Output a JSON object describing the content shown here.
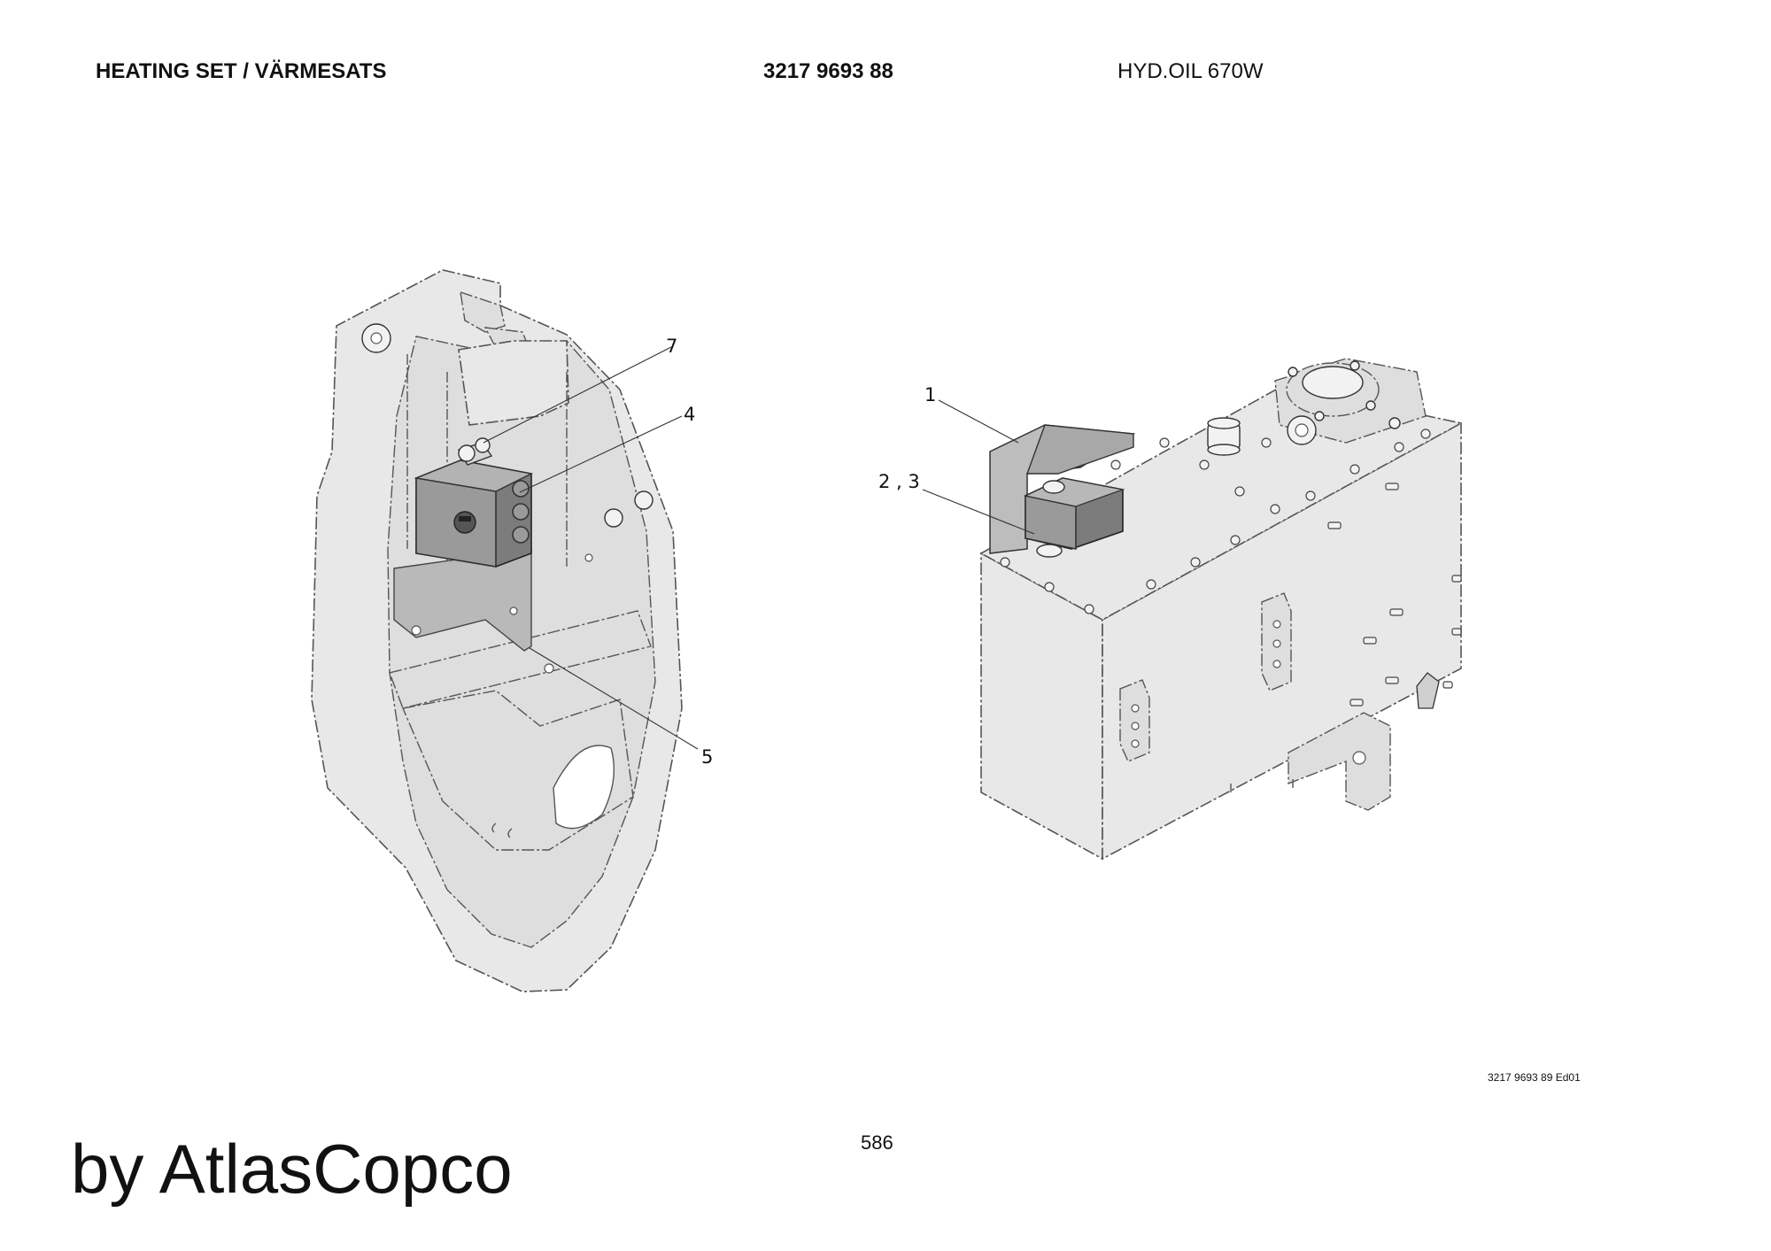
{
  "header": {
    "title": "HEATING SET / VÄRMESATS",
    "part_number": "3217 9693 88",
    "model": "HYD.OIL 670W"
  },
  "callouts": {
    "c1": "1",
    "c23": "2 , 3",
    "c4": "4",
    "c5": "5",
    "c7": "7"
  },
  "footer": {
    "doc_ref": "3217 9693 89 Ed01",
    "page_number": "586",
    "brand": "by AtlasCopco"
  }
}
